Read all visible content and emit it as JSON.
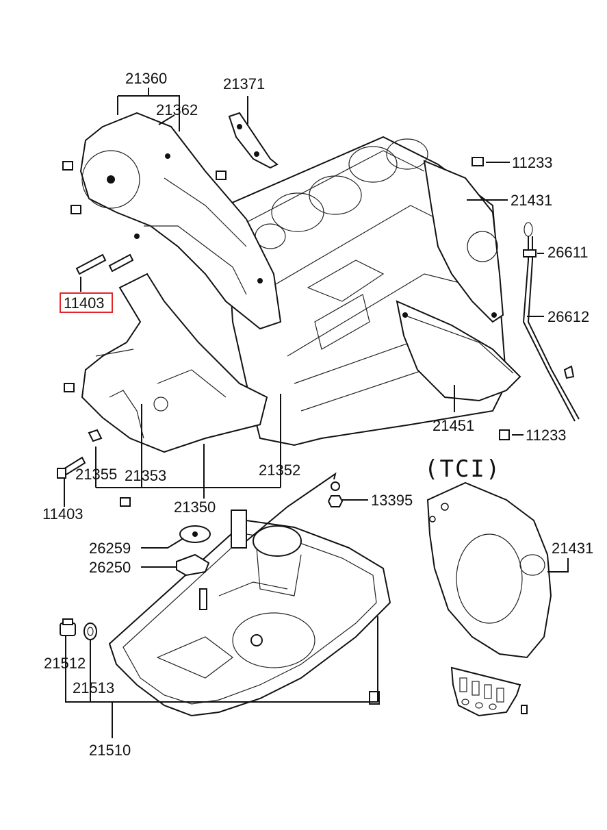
{
  "labels": {
    "p21360": "21360",
    "p21371": "21371",
    "p21362": "21362",
    "p11233a": "11233",
    "p21431a": "21431",
    "p26611": "26611",
    "p26612": "26612",
    "p11403a": "11403",
    "p21451": "21451",
    "p11233b": "11233",
    "p21355": "21355",
    "p21353": "21353",
    "p21352": "21352",
    "p11403b": "11403",
    "p21350": "21350",
    "p13395": "13395",
    "p26259": "26259",
    "p26250": "26250",
    "p21431b": "21431",
    "p21512": "21512",
    "p21513": "21513",
    "p21510": "21510"
  },
  "variant_label": "(TCI)",
  "highlight": {
    "part": "11403",
    "color": "#e0262a"
  }
}
